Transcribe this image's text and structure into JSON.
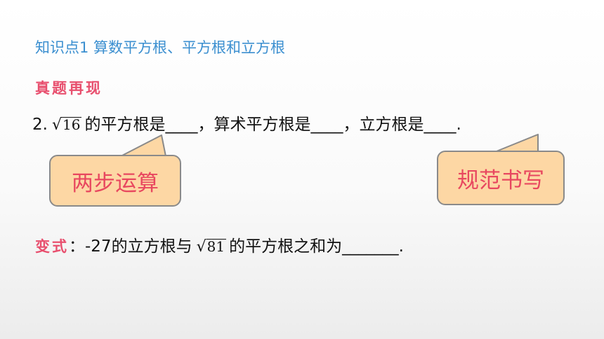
{
  "topic_title": "知识点1  算数平方根、平方根和立方根",
  "section_label": "真题再现",
  "question": {
    "number": "2.",
    "radicand": "16",
    "part1": "的平方根是",
    "blank1": "____",
    "part2": "，算术平方根是",
    "blank2": "____",
    "part3": "，立方根是",
    "blank3": "____",
    "end": "."
  },
  "bubbles": {
    "left_text": "两步运算",
    "right_text": "规范书写"
  },
  "variant": {
    "label": "变式",
    "colon": "：",
    "part1": "-27的立方根与",
    "radicand": "81",
    "part2": "的平方根之和为",
    "blank": "_______",
    "end": "."
  },
  "colors": {
    "topic_blue": "#3b8fd0",
    "label_pink": "#e84f6e",
    "bubble_fill": "#fdd7a4",
    "bubble_text": "#e8475f",
    "bubble_border": "#8a8a8a"
  }
}
